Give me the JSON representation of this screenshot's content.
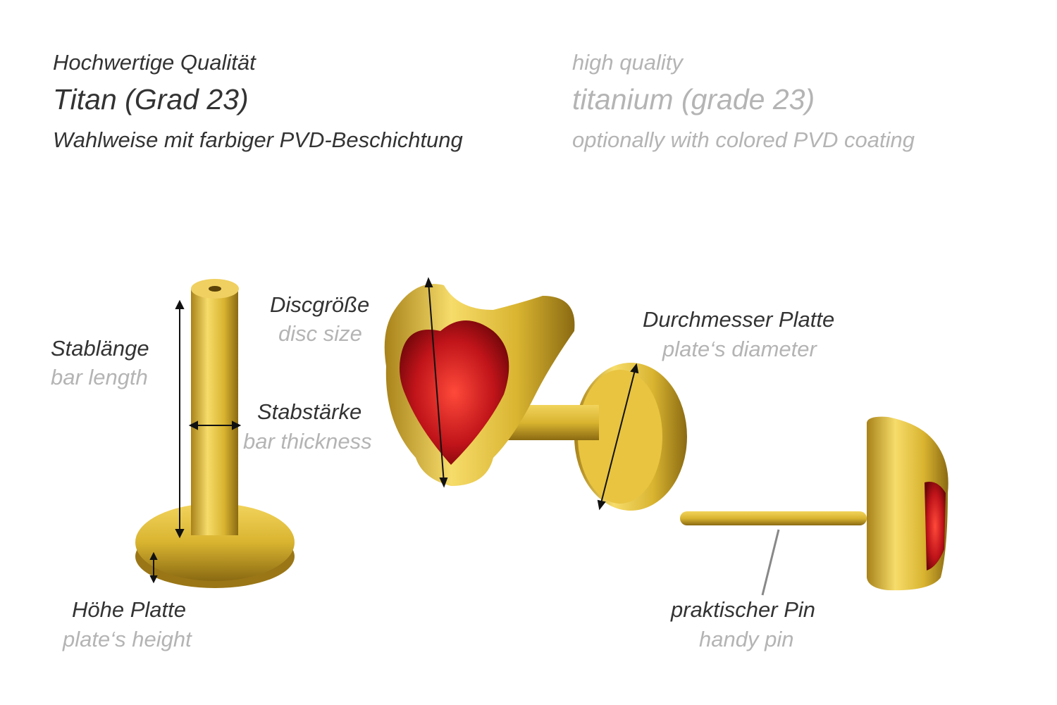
{
  "header": {
    "de": {
      "quality": "Hochwertige Qualität",
      "material": "Titan (Grad 23)",
      "coating": "Wahlweise mit farbiger PVD-Beschichtung"
    },
    "en": {
      "quality": "high quality",
      "material": "titanium (grade 23)",
      "coating": "optionally with colored PVD coating"
    }
  },
  "labels": {
    "bar_length": {
      "de": "Stablänge",
      "en": "bar length"
    },
    "bar_thickness": {
      "de": "Stabstärke",
      "en": "bar thickness"
    },
    "plate_height": {
      "de": "Höhe Platte",
      "en": "plate‘s height"
    },
    "disc_size": {
      "de": "Discgröße",
      "en": "disc size"
    },
    "plate_diameter": {
      "de": "Durchmesser Platte",
      "en": "plate‘s diameter"
    },
    "pin": {
      "de": "praktischer Pin",
      "en": "handy pin"
    }
  },
  "colors": {
    "gold": "#d9b430",
    "gem": "#c0141a",
    "text_dark": "#333333",
    "text_grey": "#b4b4b4"
  }
}
